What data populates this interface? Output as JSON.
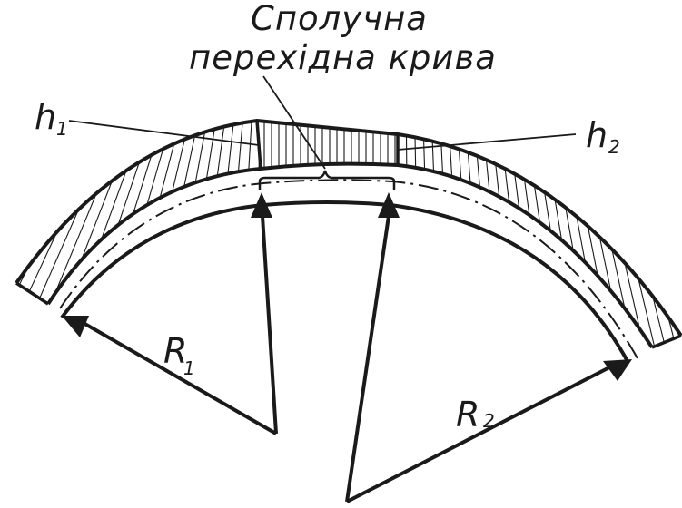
{
  "caption": {
    "line1": "Сполучна",
    "line2": "перехідна крива"
  },
  "labels": {
    "h1": {
      "main": "h",
      "sub": "1"
    },
    "h2": {
      "main": "h",
      "sub": "2"
    },
    "r1": {
      "main": "R",
      "sub": "1"
    },
    "r2": {
      "main": "R",
      "sub": "2"
    }
  },
  "colors": {
    "line": "#1a1a1a",
    "background": "#ffffff"
  }
}
